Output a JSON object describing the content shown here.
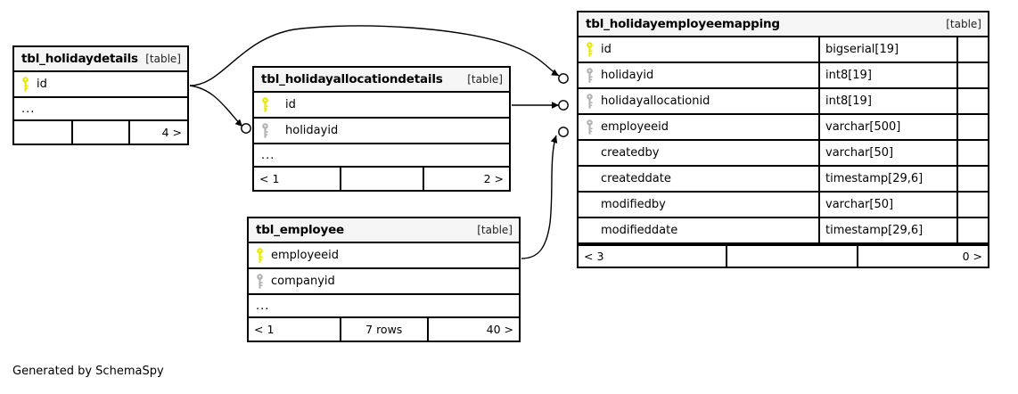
{
  "diagram": {
    "caption": "Generated by SchemaSpy",
    "table_tag": "[table]",
    "ellipsis": "...",
    "key_icon_primary": "key-icon",
    "key_icon_foreign": "key-icon",
    "colors": {
      "primary_key": "#e8e800",
      "foreign_key": "#b3b3b3",
      "header_bg": "#f5f5f5",
      "border": "#000000",
      "background": "#ffffff"
    }
  },
  "tables": [
    {
      "id": "tbl-holidaydetails",
      "name": "tbl_holidaydetails",
      "tag": "[table]",
      "columns": [
        {
          "name": "id",
          "type": "",
          "key": "primary"
        }
      ],
      "has_ellipsis": true,
      "footer": {
        "left": "",
        "center": "",
        "right": "4 >"
      }
    },
    {
      "id": "tbl-holidayallocationdetails",
      "name": "tbl_holidayallocationdetails",
      "tag": "[table]",
      "columns": [
        {
          "name": "id",
          "type": "",
          "key": "primary"
        },
        {
          "name": "holidayid",
          "type": "",
          "key": "foreign"
        }
      ],
      "has_ellipsis": true,
      "footer": {
        "left": "< 1",
        "center": "",
        "right": "2 >"
      }
    },
    {
      "id": "tbl-employee",
      "name": "tbl_employee",
      "tag": "[table]",
      "columns": [
        {
          "name": "employeeid",
          "type": "",
          "key": "primary"
        },
        {
          "name": "companyid",
          "type": "",
          "key": "foreign"
        }
      ],
      "has_ellipsis": true,
      "footer": {
        "left": "< 1",
        "center": "7 rows",
        "right": "40 >"
      }
    },
    {
      "id": "tbl-holidayemployeemapping",
      "name": "tbl_holidayemployeemapping",
      "tag": "[table]",
      "columns": [
        {
          "name": "id",
          "type": "bigserial[19]",
          "key": "primary"
        },
        {
          "name": "holidayid",
          "type": "int8[19]",
          "key": "foreign"
        },
        {
          "name": "holidayallocationid",
          "type": "int8[19]",
          "key": "foreign"
        },
        {
          "name": "employeeid",
          "type": "varchar[500]",
          "key": "foreign"
        },
        {
          "name": "createdby",
          "type": "varchar[50]",
          "key": "none"
        },
        {
          "name": "createddate",
          "type": "timestamp[29,6]",
          "key": "none"
        },
        {
          "name": "modifiedby",
          "type": "varchar[50]",
          "key": "none"
        },
        {
          "name": "modifieddate",
          "type": "timestamp[29,6]",
          "key": "none"
        }
      ],
      "has_ellipsis": false,
      "footer": {
        "left": "< 3",
        "center": "",
        "right": "0 >"
      }
    }
  ],
  "relationships": [
    {
      "from": "tbl_holidaydetails.id",
      "to": "tbl_holidayemployeemapping.holidayid",
      "optional": true
    },
    {
      "from": "tbl_holidaydetails.id",
      "to": "tbl_holidayallocationdetails.holidayid",
      "optional": true
    },
    {
      "from": "tbl_holidayallocationdetails.id",
      "to": "tbl_holidayemployeemapping.holidayallocationid",
      "optional": true
    },
    {
      "from": "tbl_employee.employeeid",
      "to": "tbl_holidayemployeemapping.employeeid",
      "optional": true
    }
  ]
}
